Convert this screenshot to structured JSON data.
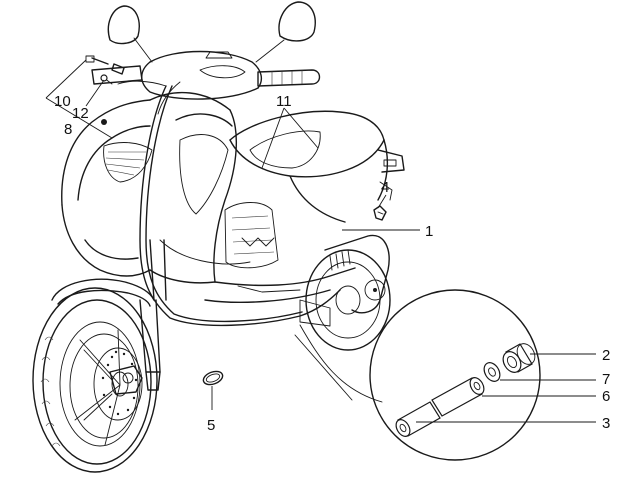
{
  "callouts": [
    {
      "id": "c1",
      "label": "1"
    },
    {
      "id": "c2",
      "label": "2"
    },
    {
      "id": "c3",
      "label": "3"
    },
    {
      "id": "c4",
      "label": "4"
    },
    {
      "id": "c5",
      "label": "5"
    },
    {
      "id": "c6",
      "label": "6"
    },
    {
      "id": "c7",
      "label": "7"
    },
    {
      "id": "c8",
      "label": "8"
    },
    {
      "id": "c10",
      "label": "10"
    },
    {
      "id": "c11",
      "label": "11"
    },
    {
      "id": "c12",
      "label": "12"
    }
  ],
  "colors": {
    "line": "#1a1a1a",
    "background": "#ffffff"
  }
}
